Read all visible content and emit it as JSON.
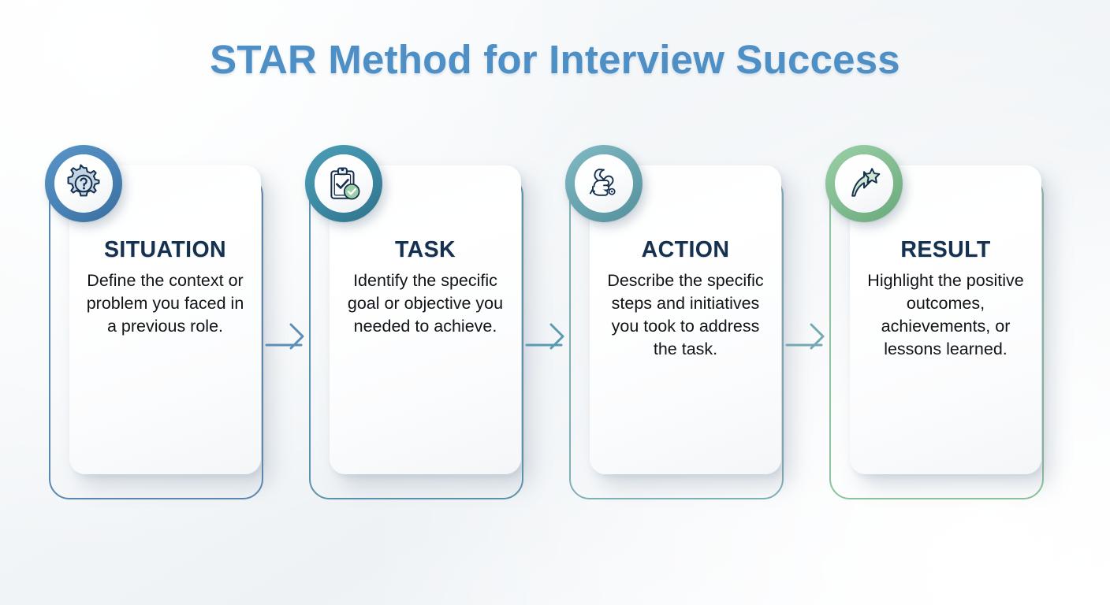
{
  "header": {
    "title": "STAR Method for Interview Success",
    "title_color": "#4e8fc6"
  },
  "theme": {
    "background_top": "#fbfdfe",
    "background_mid": "#eef2f5",
    "card_title_color": "#16304f",
    "card_body_color": "#111418",
    "card_surface": "#ffffff"
  },
  "steps": [
    {
      "id": "situation",
      "title": "SITUATION",
      "body": "Define the context or problem you faced in a previous role.",
      "icon": "gear-question-icon",
      "ring_color": "#4a84b8",
      "ring_color_dark": "#3a6e9e",
      "frame_color": "#5b87b0",
      "icon_fill": "#c3d3e2",
      "icon_stroke": "#16304f"
    },
    {
      "id": "task",
      "title": "TASK",
      "body": "Identify the specific goal or objective you needed to achieve.",
      "icon": "clipboard-check-icon",
      "ring_color": "#3e8ba5",
      "ring_color_dark": "#2f7189",
      "frame_color": "#5a93ae",
      "icon_fill": "#ffffff",
      "icon_stroke": "#16304f",
      "icon_accent": "#8fcb9b"
    },
    {
      "id": "action",
      "title": "ACTION",
      "body": "Describe the specific steps and initiatives you took to address the task.",
      "icon": "hand-wrench-icon",
      "ring_color": "#6aa5b0",
      "ring_color_dark": "#54909c",
      "frame_color": "#7fb0b8",
      "icon_fill": "#ffffff",
      "icon_stroke": "#16304f"
    },
    {
      "id": "result",
      "title": "RESULT",
      "body": "Highlight the positive outcomes, achievements, or lessons learned.",
      "icon": "rising-arrow-star-icon",
      "ring_color": "#83bd91",
      "ring_color_dark": "#69a87a",
      "frame_color": "#8cc39a",
      "icon_fill": "#cfe6d3",
      "icon_stroke": "#16304f"
    }
  ],
  "connectors": [
    {
      "id": "situation-to-task",
      "icon": "arrow-right-icon",
      "color": "#5b8fb9"
    },
    {
      "id": "task-to-action",
      "icon": "arrow-right-icon",
      "color": "#5a9bb2"
    },
    {
      "id": "action-to-result",
      "icon": "arrow-right-icon",
      "color": "#74a9b4"
    }
  ]
}
